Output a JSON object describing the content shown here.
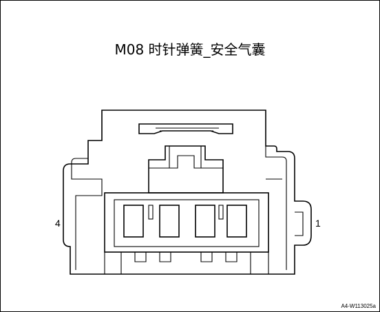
{
  "diagram": {
    "title": "M08 时针弹簧_安全气囊",
    "pins": {
      "left_label": "4",
      "right_label": "1"
    },
    "reference_code": "A4-W113025a"
  }
}
